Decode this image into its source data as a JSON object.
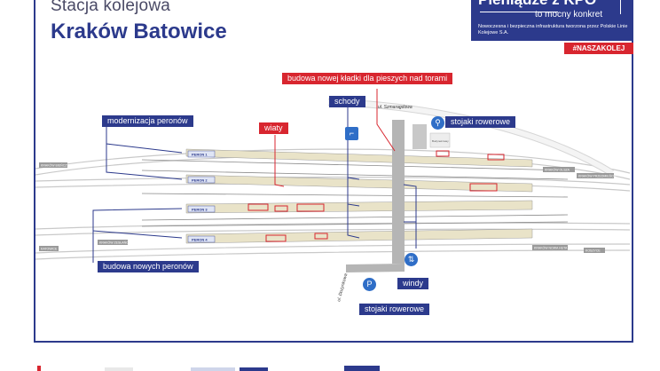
{
  "header": {
    "subtitle": "Stacja kolejowa",
    "title": "Kraków Batowice"
  },
  "kpo": {
    "headline": "Pieniądze z KPO",
    "tagline": "to mocny konkret",
    "note": "Nowoczesna i bezpieczna infrastruktura tworzona przez Polskie Linie Kolejowe S.A.",
    "hashtag": "#NASZAKOLEJ"
  },
  "callouts": {
    "kladka": "budowa nowej kładki dla pieszych nad torami",
    "schody": "schody",
    "stojaki_top": "stojaki rowerowe",
    "modernizacja": "modernizacja peronów",
    "wiaty": "wiaty",
    "nowe_perony": "budowa nowych peronów",
    "windy": "windy",
    "stojaki_bottom": "stojaki rowerowe"
  },
  "platforms": [
    "PERON 1",
    "PERON 2",
    "PERON 3",
    "PERON 4"
  ],
  "streets": {
    "szmaragdowa": "ul. Szmaragdowa",
    "bottom": "ul. Dożynkowa"
  },
  "track_signs": {
    "left_1": "KRAKÓW BIEŃCZYCE",
    "left_2": "KRAKÓW ZESŁAŃCÓW",
    "left_3": "KATOWICE",
    "right_1": "KRAKÓW OLSZA",
    "right_2": "KRAKÓW PRZEDMIEŚCIE",
    "right_3": "KRAKÓW NOWA HUTA",
    "right_4": "KOSZYCE"
  },
  "building": "Budynek kasy",
  "colors": {
    "brand_blue": "#2c3a8c",
    "accent_red": "#d8262f",
    "icon_blue": "#2f6ec7"
  },
  "icons": [
    "stairs-icon",
    "bicycle-icon",
    "elevator-icon",
    "parking-bike-icon"
  ]
}
